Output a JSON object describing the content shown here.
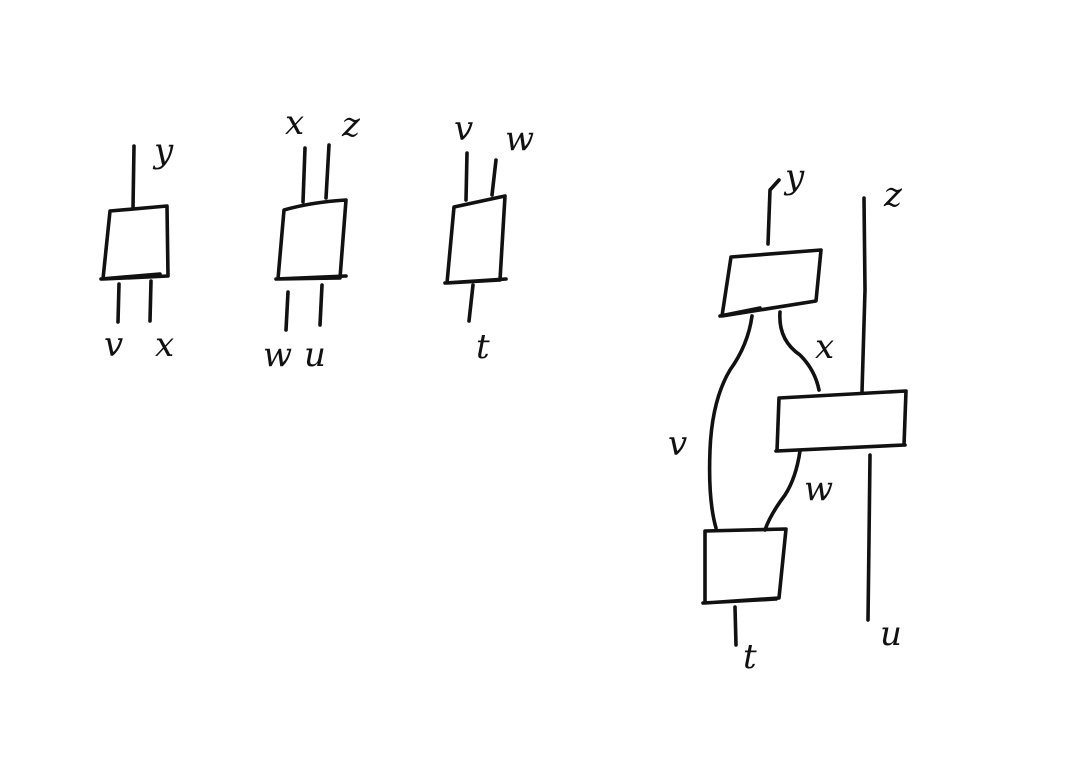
{
  "diagram": {
    "gate_a": {
      "top": [
        "y"
      ],
      "bottom": [
        "v",
        "x"
      ]
    },
    "gate_b": {
      "top": [
        "x",
        "z"
      ],
      "bottom": [
        "w",
        "u"
      ]
    },
    "gate_c": {
      "top": [
        "v",
        "w"
      ],
      "bottom": [
        "t"
      ]
    },
    "composite": {
      "wires": {
        "y": "y",
        "z": "z",
        "x": "x",
        "v": "v",
        "w": "w",
        "t": "t",
        "u": "u"
      }
    }
  },
  "colors": {
    "ink": "#111111",
    "background": "#ffffff"
  }
}
